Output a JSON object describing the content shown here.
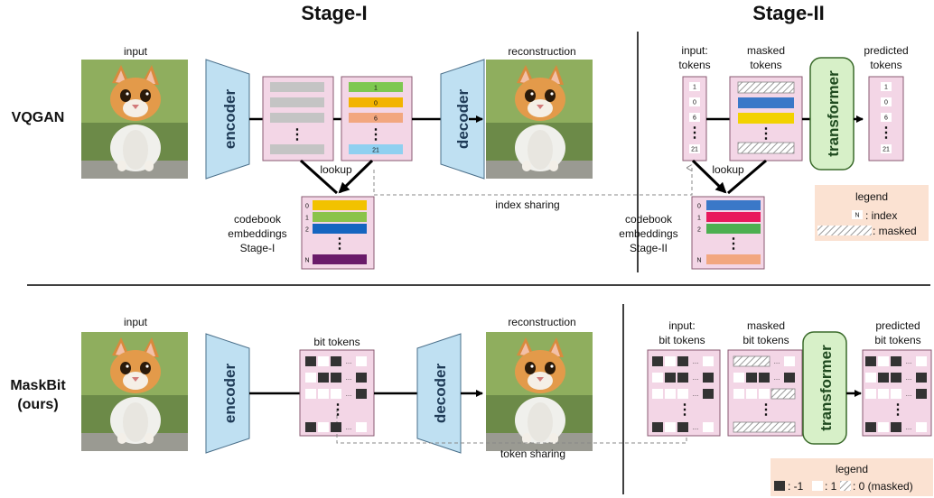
{
  "titles": {
    "stage1": "Stage-I",
    "stage2": "Stage-II"
  },
  "rows": {
    "vqgan": "VQGAN",
    "maskbit_line1": "MaskBit",
    "maskbit_line2": "(ours)"
  },
  "top": {
    "input": "input",
    "encoder": "encoder",
    "decoder": "decoder",
    "reconstruction": "reconstruction",
    "lookup": "lookup",
    "index_sharing": "index sharing",
    "token_indices": [
      "1",
      "0",
      "6",
      "21"
    ],
    "codebook1": {
      "lines": [
        "codebook",
        "embeddings",
        "Stage-I"
      ],
      "indices": [
        "0",
        "1",
        "2",
        "N"
      ],
      "colors": [
        "#f2c200",
        "#8bc34a",
        "#1565c0",
        "#6a1b6a"
      ]
    },
    "stage2_input_lines": [
      "input:",
      "tokens"
    ],
    "stage2_masked_lines": [
      "masked",
      "tokens"
    ],
    "stage2_predicted_lines": [
      "predicted",
      "tokens"
    ],
    "stage2_input_indices": [
      "1",
      "0",
      "6",
      "21"
    ],
    "stage2_predicted_indices": [
      "1",
      "0",
      "6",
      "21"
    ],
    "transformer": "transformer",
    "lookup2": "lookup",
    "codebook2": {
      "lines": [
        "codebook",
        "embeddings",
        "Stage-II"
      ],
      "indices": [
        "0",
        "1",
        "2",
        "N"
      ],
      "colors": [
        "#3a78c8",
        "#e8185c",
        "#4caf50",
        "#f2a77f"
      ]
    },
    "legend": {
      "title": "legend",
      "index_symbol": "N",
      "index_text": ": index",
      "masked_text": ": masked"
    }
  },
  "bottom": {
    "input": "input",
    "encoder": "encoder",
    "bit_tokens": "bit tokens",
    "decoder": "decoder",
    "reconstruction": "reconstruction",
    "token_sharing": "token sharing",
    "stage2_input_lines": [
      "input:",
      "bit tokens"
    ],
    "stage2_masked_lines": [
      "masked",
      "bit tokens"
    ],
    "stage2_predicted_lines": [
      "predicted",
      "bit tokens"
    ],
    "transformer": "transformer",
    "legend": {
      "title": "legend",
      "neg": ": -1",
      "pos": ": 1",
      "masked": ": 0 (masked)"
    }
  },
  "colors": {
    "token_panel": "#f3d6e6",
    "encoder": "#bfe0f2",
    "transformer": "#d7f0c8",
    "legend_bg": "#fbe2d2",
    "token_colors": [
      "#7ec850",
      "#f2b400",
      "#f2a77f",
      "#8fd0f0"
    ],
    "masked_token_colors": [
      "#3a78c8",
      "#f2d200"
    ],
    "bit_dark": "#333333"
  }
}
